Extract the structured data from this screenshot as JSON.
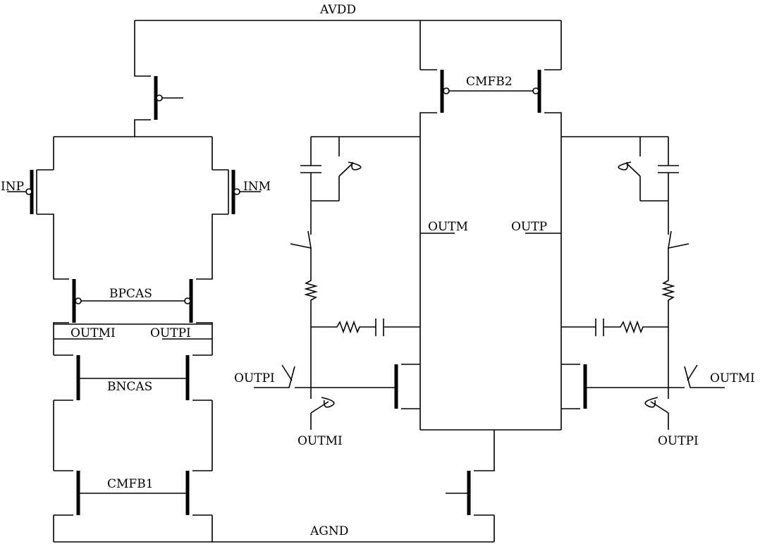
{
  "schematic": {
    "nets": {
      "supply": "AVDD",
      "ground": "AGND",
      "input_positive": "INP",
      "input_negative": "INM",
      "bias_pmos_cascode": "BPCAS",
      "bias_nmos_cascode": "BNCAS",
      "cmfb_first_stage": "CMFB1",
      "cmfb_second_stage": "CMFB2",
      "first_stage_out_minus": "OUTMI",
      "first_stage_out_plus": "OUTPI",
      "output_minus": "OUTM",
      "output_plus": "OUTP"
    },
    "compensation": {
      "left_switch_control_in": "OUTPI",
      "left_switch_control_out": "OUTMI",
      "right_switch_control_in": "OUTMI",
      "right_switch_control_out": "OUTPI"
    }
  }
}
